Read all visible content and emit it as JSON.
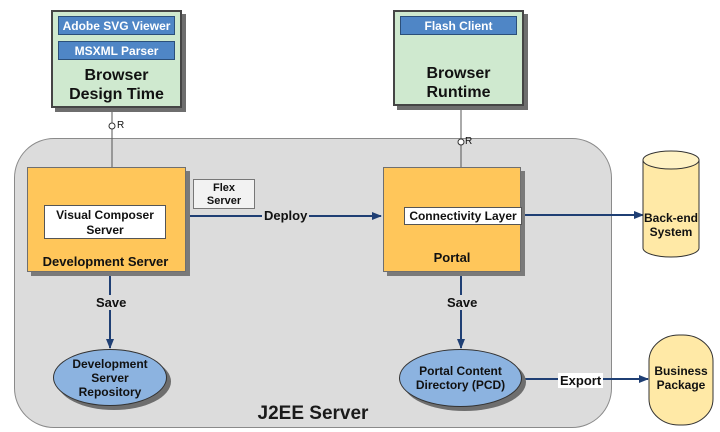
{
  "container": {
    "label": "J2EE Server"
  },
  "browser_design_time": {
    "bars": [
      "Adobe SVG Viewer",
      "MSXML Parser"
    ],
    "label_line1": "Browser",
    "label_line2": "Design Time"
  },
  "browser_runtime": {
    "bars": [
      "Flash Client"
    ],
    "label_line1": "Browser",
    "label_line2": "Runtime"
  },
  "development_server": {
    "inner_line1": "Visual Composer",
    "inner_line2": "Server",
    "label": "Development Server"
  },
  "flex_server": {
    "line1": "Flex",
    "line2": "Server"
  },
  "portal": {
    "inner": "Connectivity Layer",
    "label": "Portal"
  },
  "backend": {
    "line1": "Back-end",
    "line2": "System"
  },
  "dev_repository": {
    "line1": "Development",
    "line2": "Server",
    "line3": "Repository"
  },
  "pcd": {
    "line1": "Portal Content",
    "line2": "Directory (PCD)"
  },
  "business_package": {
    "line1": "Business",
    "line2": "Package"
  },
  "edges": {
    "deploy": "Deploy",
    "save_left": "Save",
    "save_right": "Save",
    "export": "Export"
  },
  "r_marker": "R",
  "colors": {
    "container": "#dcdcdc",
    "browser": "#cfe9cf",
    "server": "#ffc65a",
    "bar": "#4f86c6",
    "repository": "#8cb3e0",
    "package": "#ffe9a6",
    "arrow": "#1f3f74"
  }
}
